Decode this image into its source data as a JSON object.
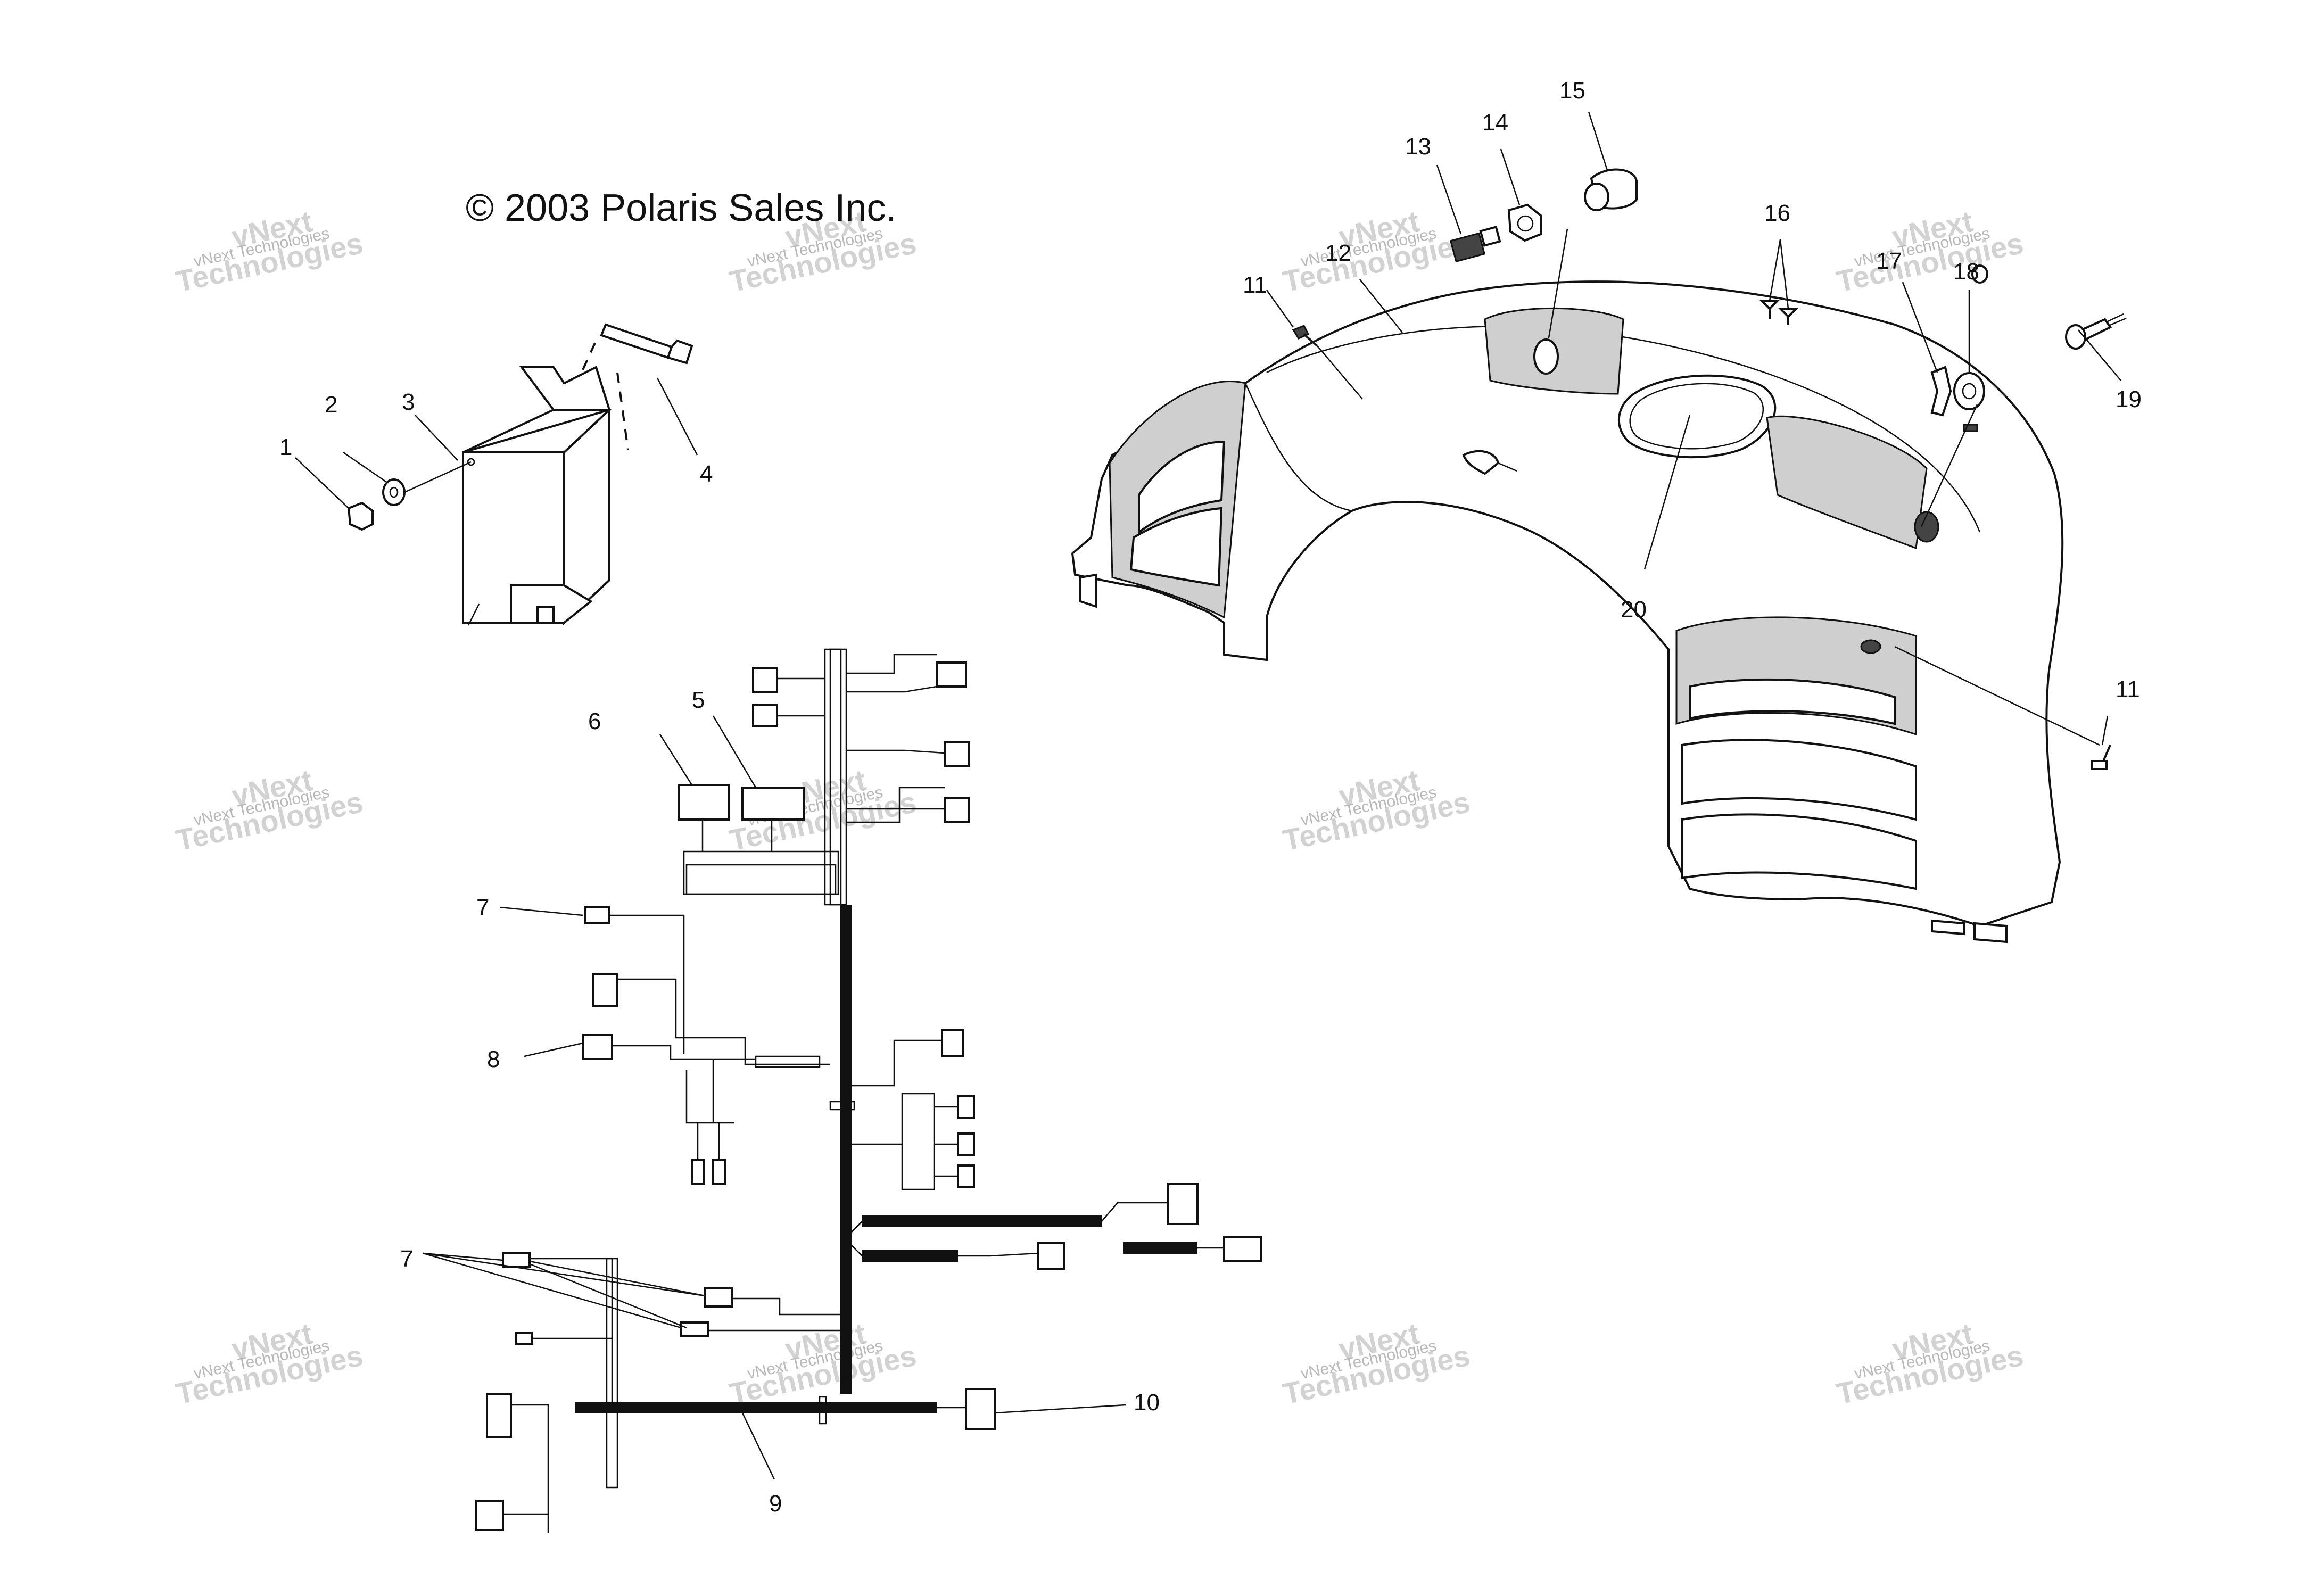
{
  "copyright": "© 2003 Polaris Sales Inc.",
  "watermark": {
    "line1": "vNext Technologies",
    "line2": "vNext",
    "line3": "Technologies"
  },
  "callouts": {
    "c1": "1",
    "c2": "2",
    "c3": "3",
    "c4": "4",
    "c5": "5",
    "c6": "6",
    "c7a": "7",
    "c7b": "7",
    "c8": "8",
    "c9": "9",
    "c10": "10",
    "c11a": "11",
    "c11b": "11",
    "c12": "12",
    "c13": "13",
    "c14": "14",
    "c15": "15",
    "c16": "16",
    "c17": "17",
    "c18": "18",
    "c19": "19",
    "c20": "20"
  },
  "colors": {
    "ink": "#111111",
    "watermark": "#b8b8b8"
  }
}
